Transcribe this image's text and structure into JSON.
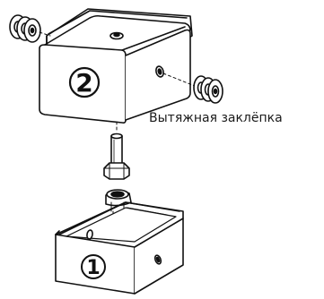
{
  "callouts": {
    "upper_block_number": "2",
    "lower_block_number": "1",
    "rivet_label": "Вытяжная заклёпка"
  },
  "parts": [
    {
      "name": "upper-block",
      "callout": "2"
    },
    {
      "name": "lower-block",
      "callout": "1"
    },
    {
      "name": "hex-bolt"
    },
    {
      "name": "pulley-wheel-left"
    },
    {
      "name": "pulley-wheel-right"
    },
    {
      "name": "blind-rivet"
    }
  ],
  "colors": {
    "line": "#111111",
    "fill": "#ffffff"
  }
}
